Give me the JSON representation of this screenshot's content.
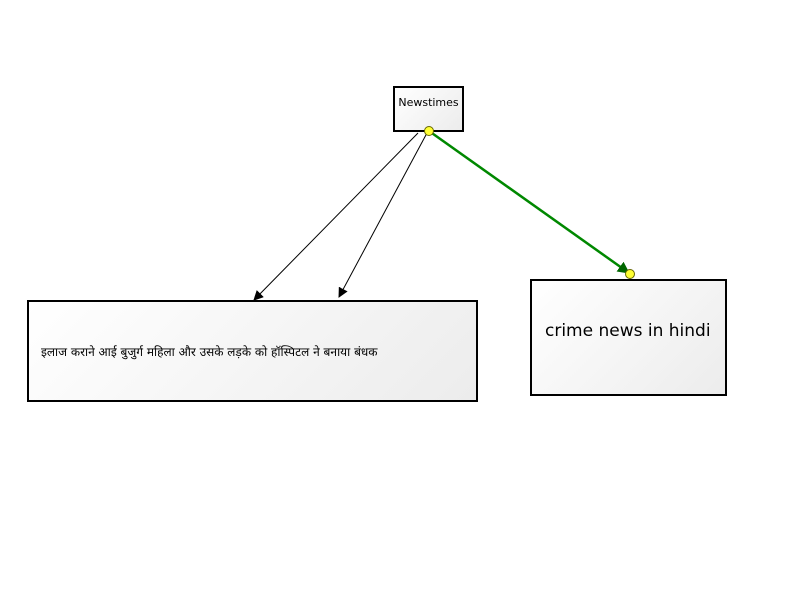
{
  "nodes": {
    "source": {
      "label": "Newstimes"
    },
    "headline": {
      "label": "इलाज कराने आई बुजुर्ग महिला और उसके लड़के को हॉस्पिटल ने बनाया बंधक"
    },
    "topic": {
      "label": "crime news in hindi"
    }
  },
  "colors": {
    "highlight_edge": "#008800",
    "connector_handle": "#ffff33",
    "node_border": "#000000"
  }
}
